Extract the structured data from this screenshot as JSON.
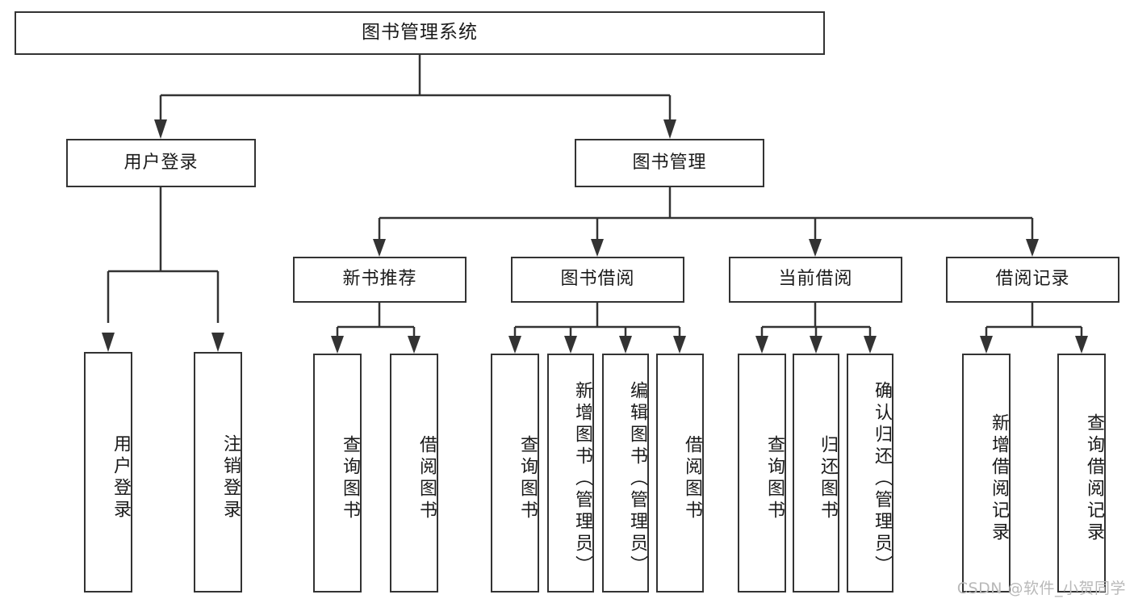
{
  "diagram": {
    "title": "图书管理系统",
    "watermark": "CSDN @软件_小贺同学",
    "line_color": "#333333",
    "box_fill": "#ffffff",
    "text_color": "#1a1a1a",
    "watermark_color": "#b9b9b9",
    "nodes": {
      "root": "图书管理系统",
      "user_login": "用户登录",
      "book_manage": "图书管理",
      "new_book_rec": "新书推荐",
      "book_borrow": "图书借阅",
      "current_borrow": "当前借阅",
      "borrow_record": "借阅记录",
      "leaf_user_login": "用户登录",
      "leaf_logout_login": "注销登录",
      "leaf_query_book_1": "查询图书",
      "leaf_borrow_book_1": "借阅图书",
      "leaf_query_book_2": "查询图书",
      "leaf_add_book_admin": "新增图书（管理员）",
      "leaf_edit_book_admin": "编辑图书（管理员）",
      "leaf_borrow_book_2": "借阅图书",
      "leaf_query_book_3": "查询图书",
      "leaf_return_book": "归还图书",
      "leaf_confirm_return_admin": "确认归还（管理员）",
      "leaf_add_borrow_record": "新增借阅记录",
      "leaf_query_borrow_record": "查询借阅记录"
    }
  }
}
